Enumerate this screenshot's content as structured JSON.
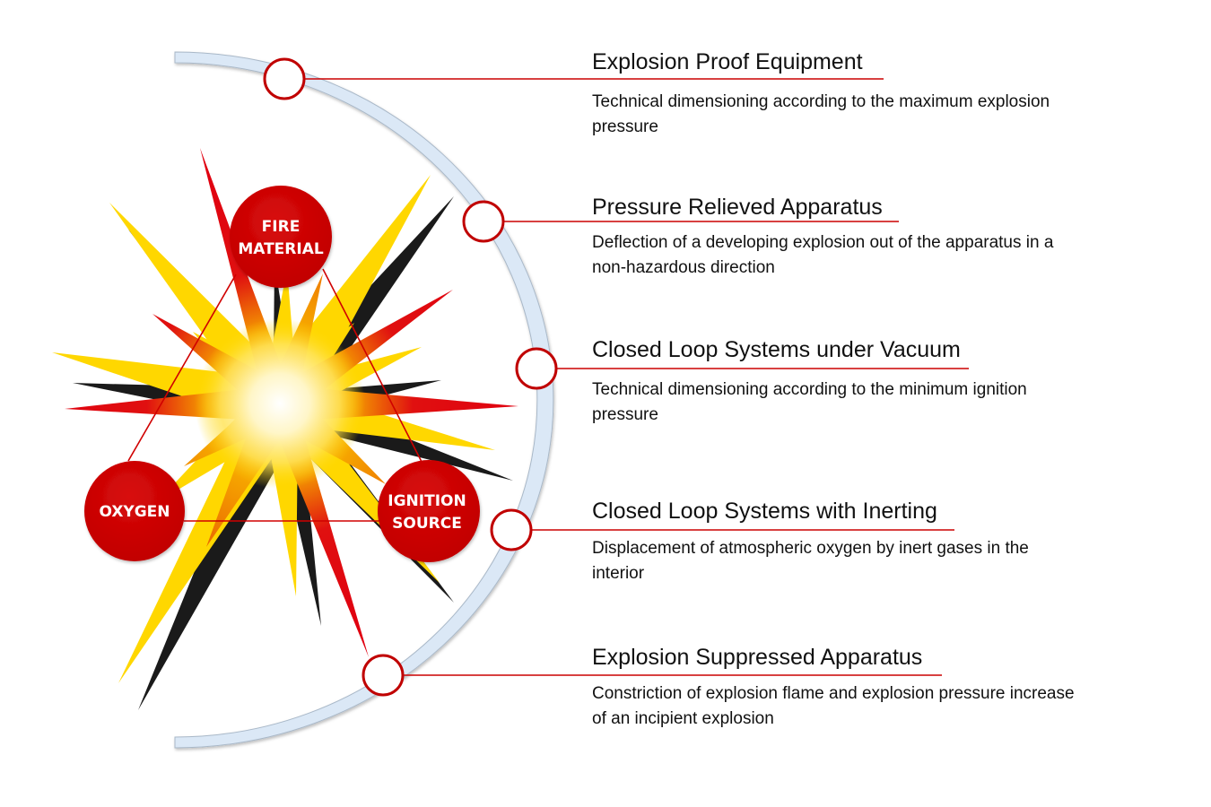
{
  "colors": {
    "accent_red": "#cc0000",
    "ray_yellow": "#ffd700",
    "ray_black": "#1a1a1a",
    "ray_red": "#e00010",
    "arc_fill": "#dbe8f6",
    "text": "#111111"
  },
  "triangle": {
    "nodes": [
      {
        "id": "fire-material",
        "lines": [
          "FIRE",
          "MATERIAL"
        ]
      },
      {
        "id": "oxygen",
        "lines": [
          "OXYGEN"
        ]
      },
      {
        "id": "ignition-source",
        "lines": [
          "IGNITION",
          "SOURCE"
        ]
      }
    ]
  },
  "items": [
    {
      "title": "Explosion Proof Equipment",
      "desc": "Technical dimensioning according to the maximum explosion pressure"
    },
    {
      "title": "Pressure Relieved Apparatus",
      "desc": "Deflection of a developing explosion out of the apparatus in a non-hazardous direction"
    },
    {
      "title": "Closed Loop Systems under Vacuum",
      "desc": "Technical dimensioning according to the minimum ignition pressure"
    },
    {
      "title": "Closed Loop Systems with Inerting",
      "desc": "Displacement of atmospheric oxygen by inert gases in the interior"
    },
    {
      "title": "Explosion Suppressed Apparatus",
      "desc": "Constriction of explosion flame and explosion pressure increase of an incipient explosion"
    }
  ]
}
